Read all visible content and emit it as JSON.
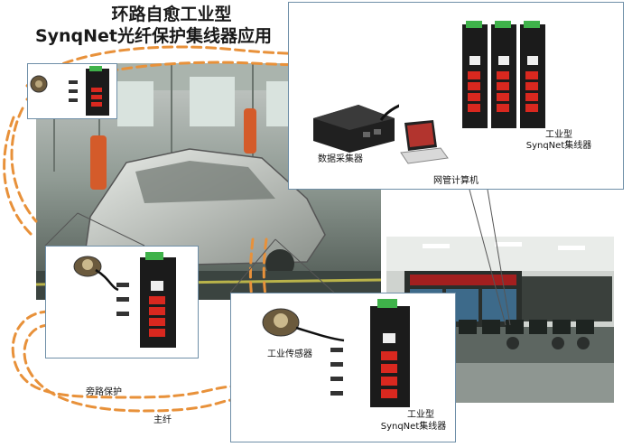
{
  "title": {
    "line1": "环路自愈工业型",
    "line2": "SynqNet光纤保护集线器应用"
  },
  "labels": {
    "top_device": "工业型",
    "top_device_sub": "SynqNet集线器",
    "data_collector": "数据采集器",
    "network_pc": "网管计算机",
    "industrial_sensor": "工业传感器",
    "bottom_device": "工业型",
    "bottom_device_sub": "SynqNet集线器",
    "bypass_protection": "旁路保护",
    "main_fiber": "主纤"
  },
  "colors": {
    "fiber": "#e8913a",
    "panel_border": "#6f8fa8",
    "device_body": "#1b1b1b",
    "port_red": "#d9281f",
    "terminal_green": "#3fb24a"
  }
}
